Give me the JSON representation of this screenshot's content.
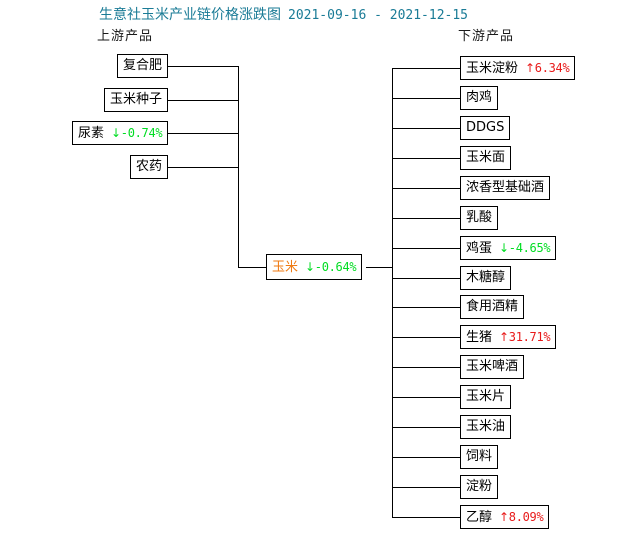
{
  "title": {
    "text": "生意社玉米产业链价格涨跌图",
    "date_range": "2021-09-16 - 2021-12-15",
    "color": "#1a7b96"
  },
  "headers": {
    "upstream": "上游产品",
    "downstream": "下游产品"
  },
  "colors": {
    "up": "#e81a1a",
    "down": "#00dd22",
    "center_node_text": "#ef7a12",
    "line": "#000000",
    "box_border": "#000000",
    "background": "#ffffff"
  },
  "icons": {
    "up_arrow": "↑",
    "down_arrow": "↓"
  },
  "center": {
    "name": "玉米",
    "arrow": "↓",
    "change": "-0.64%",
    "direction": "down"
  },
  "upstream": [
    {
      "name": "复合肥",
      "arrow": "",
      "change": "",
      "direction": "none"
    },
    {
      "name": "玉米种子",
      "arrow": "",
      "change": "",
      "direction": "none"
    },
    {
      "name": "尿素",
      "arrow": "↓",
      "change": "-0.74%",
      "direction": "down"
    },
    {
      "name": "农药",
      "arrow": "",
      "change": "",
      "direction": "none"
    }
  ],
  "downstream": [
    {
      "name": "玉米淀粉",
      "arrow": "↑",
      "change": "6.34%",
      "direction": "up"
    },
    {
      "name": "肉鸡",
      "arrow": "",
      "change": "",
      "direction": "none"
    },
    {
      "name": "DDGS",
      "arrow": "",
      "change": "",
      "direction": "none"
    },
    {
      "name": "玉米面",
      "arrow": "",
      "change": "",
      "direction": "none"
    },
    {
      "name": "浓香型基础酒",
      "arrow": "",
      "change": "",
      "direction": "none"
    },
    {
      "name": "乳酸",
      "arrow": "",
      "change": "",
      "direction": "none"
    },
    {
      "name": "鸡蛋",
      "arrow": "↓",
      "change": "-4.65%",
      "direction": "down"
    },
    {
      "name": "木糖醇",
      "arrow": "",
      "change": "",
      "direction": "none"
    },
    {
      "name": "食用酒精",
      "arrow": "",
      "change": "",
      "direction": "none"
    },
    {
      "name": "生猪",
      "arrow": "↑",
      "change": "31.71%",
      "direction": "up"
    },
    {
      "name": "玉米啤酒",
      "arrow": "",
      "change": "",
      "direction": "none"
    },
    {
      "name": "玉米片",
      "arrow": "",
      "change": "",
      "direction": "none"
    },
    {
      "name": "玉米油",
      "arrow": "",
      "change": "",
      "direction": "none"
    },
    {
      "name": "饲料",
      "arrow": "",
      "change": "",
      "direction": "none"
    },
    {
      "name": "淀粉",
      "arrow": "",
      "change": "",
      "direction": "none"
    },
    {
      "name": "乙醇",
      "arrow": "↑",
      "change": "8.09%",
      "direction": "up"
    }
  ]
}
